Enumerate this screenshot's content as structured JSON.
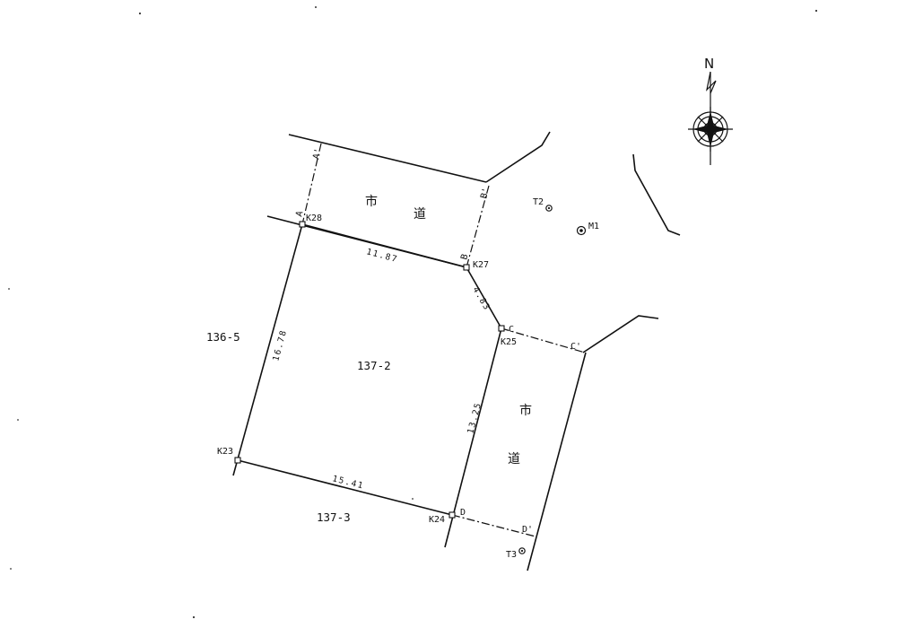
{
  "north": {
    "label": "N",
    "icon": "compass-rose-icon"
  },
  "parcels": [
    {
      "id": "main",
      "label": "137-2"
    },
    {
      "id": "west",
      "label": "136-5"
    },
    {
      "id": "south",
      "label": "137-3"
    }
  ],
  "roads": [
    {
      "id": "north-road",
      "chars": [
        "市",
        "道"
      ]
    },
    {
      "id": "east-road",
      "chars": [
        "市",
        "道"
      ]
    }
  ],
  "boundary_points": [
    "K28",
    "K27",
    "K25",
    "K24",
    "K23"
  ],
  "corner_letters": [
    "A",
    "B",
    "C",
    "D"
  ],
  "road_points": [
    "A'",
    "B'",
    "C'",
    "D'"
  ],
  "dimensions": [
    {
      "edge": "K28-K27",
      "value": "11.87"
    },
    {
      "edge": "K27-K25",
      "value": "4.83"
    },
    {
      "edge": "K25-K24",
      "value": "13.25"
    },
    {
      "edge": "K23-K24",
      "value": "15.41"
    },
    {
      "edge": "K23-K28",
      "value": "16.78"
    }
  ],
  "benchmarks": [
    "T2",
    "M1",
    "T3"
  ]
}
